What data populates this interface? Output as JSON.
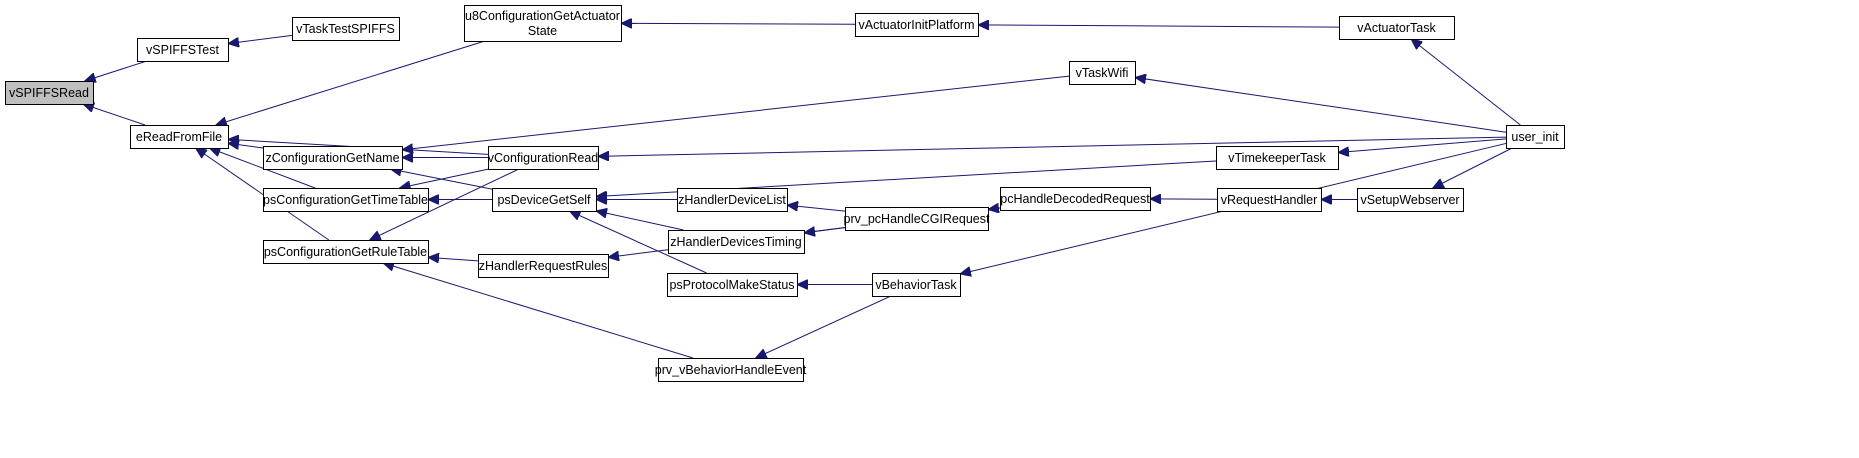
{
  "nodes": {
    "vSPIFFSRead": {
      "label": "vSPIFFSRead",
      "root": true
    },
    "vSPIFFSTest": {
      "label": "vSPIFFSTest"
    },
    "vTaskTestSPIFFS": {
      "label": "vTaskTestSPIFFS"
    },
    "eReadFromFile": {
      "label": "eReadFromFile"
    },
    "u8ConfigurationGetActuatorState": {
      "label": "u8ConfigurationGetActuator",
      "label2": "State"
    },
    "vActuatorInitPlatform": {
      "label": "vActuatorInitPlatform"
    },
    "vActuatorTask": {
      "label": "vActuatorTask"
    },
    "vTaskWifi": {
      "label": "vTaskWifi"
    },
    "user_init": {
      "label": "user_init"
    },
    "zConfigurationGetName": {
      "label": "zConfigurationGetName"
    },
    "vConfigurationRead": {
      "label": "vConfigurationRead"
    },
    "vTimekeeperTask": {
      "label": "vTimekeeperTask"
    },
    "psConfigurationGetTimeTable": {
      "label": "psConfigurationGetTimeTable"
    },
    "psDeviceGetSelf": {
      "label": "psDeviceGetSelf"
    },
    "zHandlerDeviceList": {
      "label": "zHandlerDeviceList"
    },
    "prv_pcHandleCGIRequest": {
      "label": "prv_pcHandleCGIRequest"
    },
    "pcHandleDecodedRequest": {
      "label": "pcHandleDecodedRequest"
    },
    "vRequestHandler": {
      "label": "vRequestHandler"
    },
    "vSetupWebserver": {
      "label": "vSetupWebserver"
    },
    "zHandlerDevicesTiming": {
      "label": "zHandlerDevicesTiming"
    },
    "psConfigurationGetRuleTable": {
      "label": "psConfigurationGetRuleTable"
    },
    "zHandlerRequestRules": {
      "label": "zHandlerRequestRules"
    },
    "psProtocolMakeStatus": {
      "label": "psProtocolMakeStatus"
    },
    "vBehaviorTask": {
      "label": "vBehaviorTask"
    },
    "prv_vBehaviorHandleEvent": {
      "label": "prv_vBehaviorHandleEvent"
    }
  },
  "edges": [
    {
      "from": "vSPIFFSTest",
      "to": "vSPIFFSRead"
    },
    {
      "from": "eReadFromFile",
      "to": "vSPIFFSRead"
    },
    {
      "from": "vTaskTestSPIFFS",
      "to": "vSPIFFSTest"
    },
    {
      "from": "u8ConfigurationGetActuatorState",
      "to": "eReadFromFile"
    },
    {
      "from": "zConfigurationGetName",
      "to": "eReadFromFile"
    },
    {
      "from": "vConfigurationRead",
      "to": "eReadFromFile"
    },
    {
      "from": "psConfigurationGetTimeTable",
      "to": "eReadFromFile"
    },
    {
      "from": "psConfigurationGetRuleTable",
      "to": "eReadFromFile"
    },
    {
      "from": "vActuatorInitPlatform",
      "to": "u8ConfigurationGetActuatorState"
    },
    {
      "from": "vActuatorTask",
      "to": "vActuatorInitPlatform"
    },
    {
      "from": "user_init",
      "to": "vActuatorTask"
    },
    {
      "from": "user_init",
      "to": "vTaskWifi"
    },
    {
      "from": "user_init",
      "to": "vConfigurationRead"
    },
    {
      "from": "user_init",
      "to": "vTimekeeperTask"
    },
    {
      "from": "user_init",
      "to": "vSetupWebserver"
    },
    {
      "from": "user_init",
      "to": "vBehaviorTask"
    },
    {
      "from": "vTaskWifi",
      "to": "zConfigurationGetName"
    },
    {
      "from": "vConfigurationRead",
      "to": "zConfigurationGetName"
    },
    {
      "from": "psDeviceGetSelf",
      "to": "zConfigurationGetName"
    },
    {
      "from": "vConfigurationRead",
      "to": "psConfigurationGetTimeTable"
    },
    {
      "from": "psDeviceGetSelf",
      "to": "psConfigurationGetTimeTable"
    },
    {
      "from": "vConfigurationRead",
      "to": "psConfigurationGetRuleTable"
    },
    {
      "from": "vTimekeeperTask",
      "to": "psDeviceGetSelf"
    },
    {
      "from": "zHandlerDeviceList",
      "to": "psDeviceGetSelf"
    },
    {
      "from": "zHandlerDevicesTiming",
      "to": "psDeviceGetSelf"
    },
    {
      "from": "psProtocolMakeStatus",
      "to": "psDeviceGetSelf"
    },
    {
      "from": "prv_pcHandleCGIRequest",
      "to": "zHandlerDeviceList"
    },
    {
      "from": "prv_pcHandleCGIRequest",
      "to": "zHandlerDevicesTiming"
    },
    {
      "from": "prv_pcHandleCGIRequest",
      "to": "zHandlerRequestRules"
    },
    {
      "from": "pcHandleDecodedRequest",
      "to": "prv_pcHandleCGIRequest"
    },
    {
      "from": "vRequestHandler",
      "to": "pcHandleDecodedRequest"
    },
    {
      "from": "vSetupWebserver",
      "to": "vRequestHandler"
    },
    {
      "from": "zHandlerRequestRules",
      "to": "psConfigurationGetRuleTable"
    },
    {
      "from": "prv_vBehaviorHandleEvent",
      "to": "psConfigurationGetRuleTable"
    },
    {
      "from": "vBehaviorTask",
      "to": "psProtocolMakeStatus"
    },
    {
      "from": "vBehaviorTask",
      "to": "prv_vBehaviorHandleEvent"
    }
  ]
}
